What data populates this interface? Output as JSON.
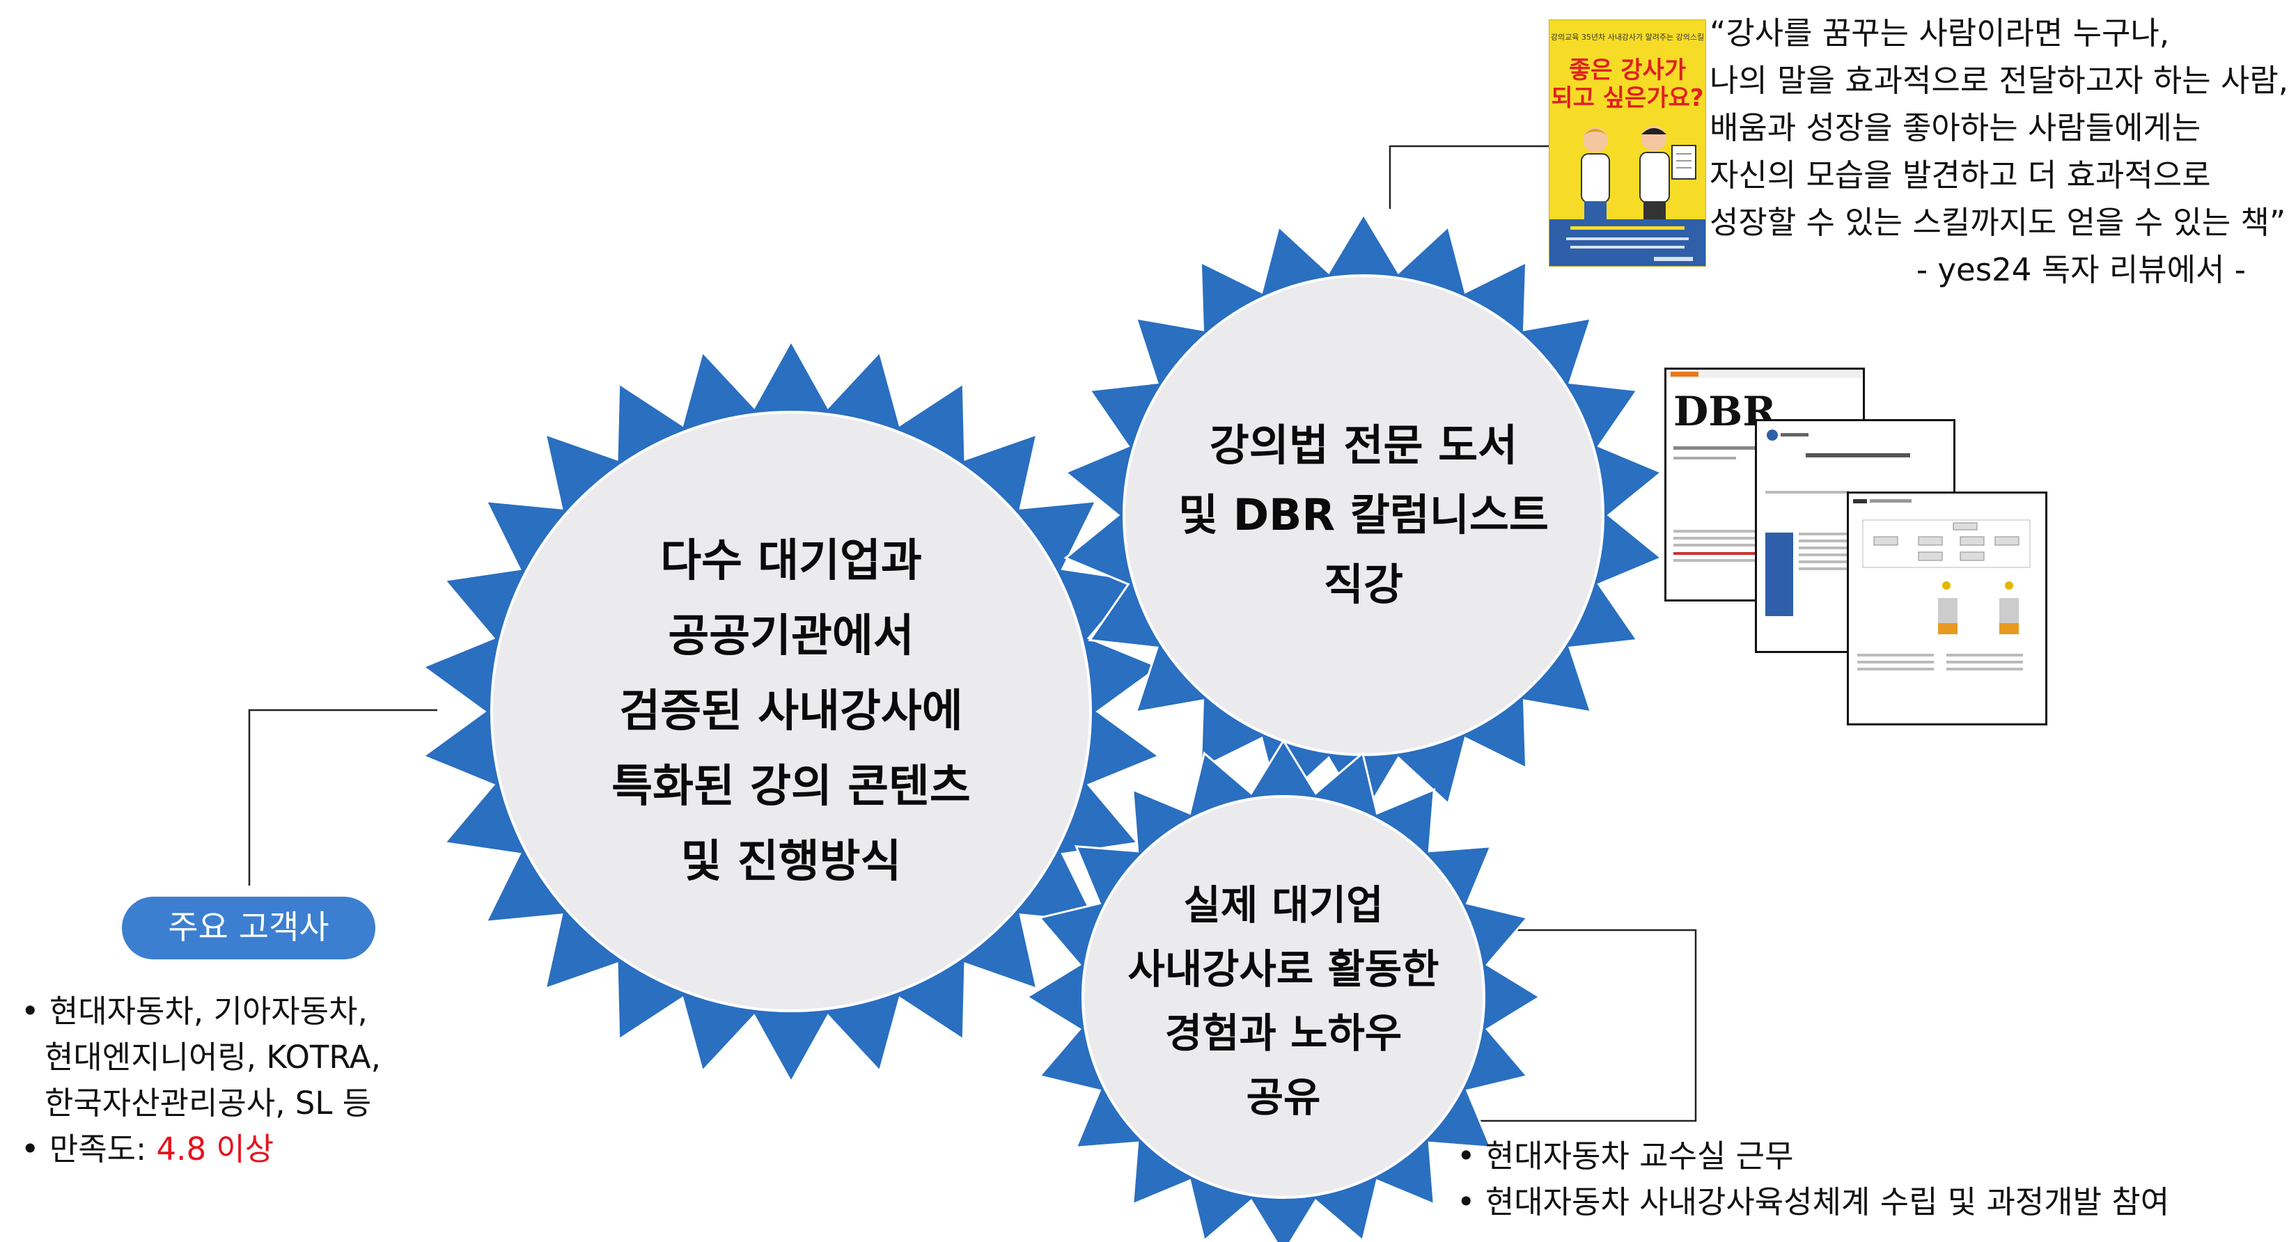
{
  "gears": {
    "main": {
      "lines": [
        "다수 대기업과",
        "공공기관에서",
        "검증된 사내강사에",
        "특화된 강의 콘텐츠",
        "및 진행방식"
      ]
    },
    "top": {
      "lines": [
        "강의법 전문 도서",
        "및 DBR 칼럼니스트",
        "직강"
      ]
    },
    "bottom": {
      "lines": [
        "실제 대기업",
        "사내강사로 활동한",
        "경험과 노하우",
        "공유"
      ]
    }
  },
  "quote": {
    "lines": [
      "“강사를 꿈꾸는 사람이라면 누구나,",
      "나의 말을 효과적으로 전달하고자 하는 사람,",
      "배움과 성장을 좋아하는 사람들에게는",
      "자신의 모습을 발견하고 더 효과적으로",
      "성장할 수 있는 스킬까지도 얻을 수 있는 책”"
    ],
    "source": "- yes24 독자 리뷰에서 -"
  },
  "book_cover": {
    "subtitle": "강의교육 35년차 사내강사가 알려주는 강의스킬",
    "title_lines": [
      "좋은 강사가",
      "되고 싶은가요?"
    ]
  },
  "articles": {
    "logo": "DBR"
  },
  "customers": {
    "badge": "주요 고객사",
    "items": [
      "현대자동차, 기아자동차,",
      "현대엔지니어링, KOTRA,",
      "한국자산관리공사, SL 등"
    ],
    "satisfaction_label": "만족도: ",
    "satisfaction_value": "4.8 이상"
  },
  "experience": {
    "items": [
      "현대자동차 교수실 근무",
      "현대자동차 사내강사육성체계 수립 및 과정개발 참여"
    ]
  },
  "colors": {
    "gear": "#2a6fc0",
    "gear_face": "#ebebed",
    "badge": "#3c7fd0",
    "highlight": "#e8101a",
    "book": "#f6dc27"
  }
}
